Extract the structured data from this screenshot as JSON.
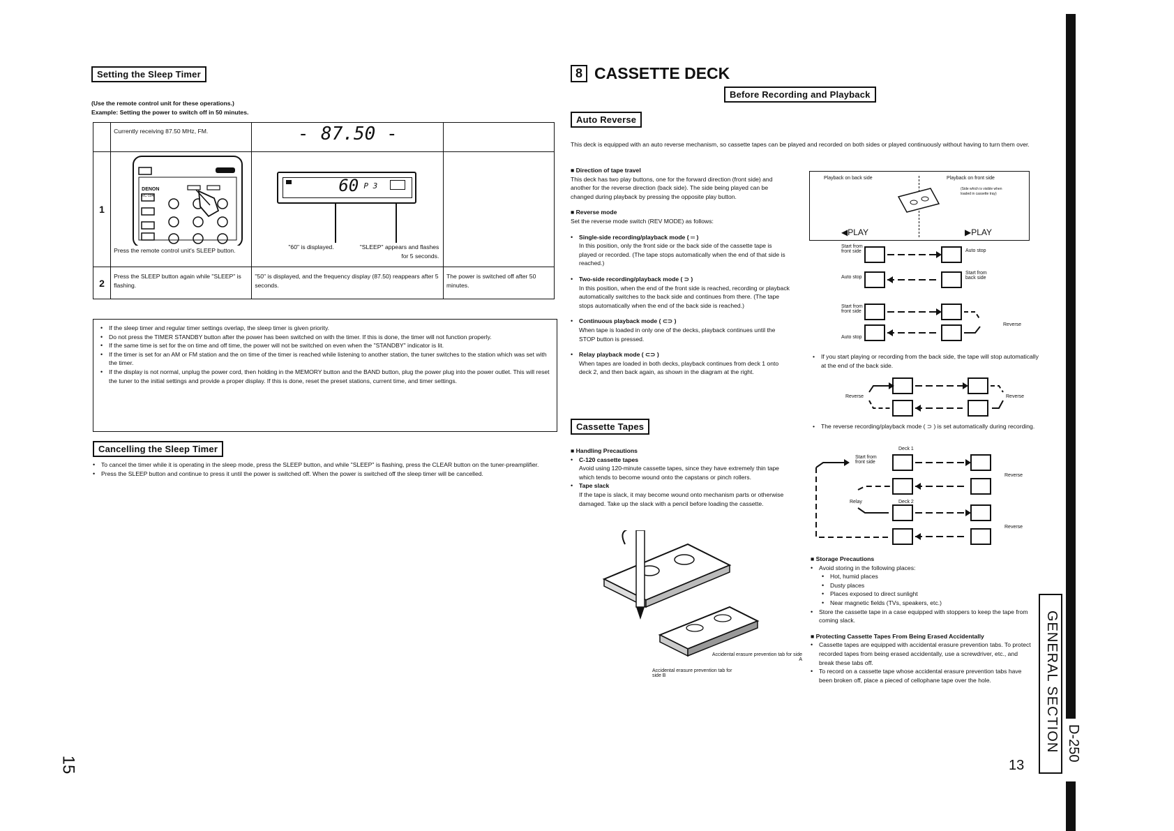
{
  "left": {
    "heading": "Setting the Sleep Timer",
    "intro1": "(Use the remote control unit for these operations.)",
    "intro2": "Example: Setting the power to switch off in 50 minutes.",
    "table": {
      "row0": {
        "desc": "Currently receiving 87.50 MHz, FM.",
        "display": "87.50"
      },
      "row1": {
        "num": "1",
        "desc": "Press the remote control unit's SLEEP button.",
        "lcd": "60",
        "lcd_p": "P 3",
        "cap1": "\"60\" is displayed.",
        "cap2": "\"SLEEP\" appears and flashes for 5 seconds."
      },
      "row2": {
        "num": "2",
        "desc": "Press the SLEEP button again while \"SLEEP\" is flashing.",
        "mid": "\"50\" is displayed, and the frequency display (87.50) reappears after 5 seconds.",
        "right": "The power is switched off after 50 minutes."
      },
      "remote_brand": "DENON",
      "remote_model": "RC-194"
    },
    "notes": [
      "If the sleep timer and regular timer settings overlap, the sleep timer is given priority.",
      "Do not press the TIMER STANDBY button after the power has been switched on with the timer. If this is done, the timer will not function properly.",
      "If the same time is set for the on time and off time, the power will not be switched on even when the \"STANDBY\" indicator is lit.",
      "If the timer is set for an AM or FM station and the on time of the timer is reached while listening to another station, the tuner switches to the station which was set with the timer.",
      "If the display is not normal, unplug the power cord, then holding in the MEMORY button and the BAND button, plug the power plug into the power outlet. This will reset the tuner to the initial settings and provide a proper display. If this is done, reset the preset stations, current time, and timer settings."
    ],
    "cancel_heading": "Cancelling the Sleep Timer",
    "cancel_items": [
      "To cancel the timer while it is operating in the sleep mode, press the SLEEP button, and while \"SLEEP\" is flashing, press the CLEAR button on the tuner-preamplifier.",
      "Press the SLEEP button and continue to press it until the power is switched off. When the power is switched off the sleep timer will be cancelled."
    ],
    "page_number": "15"
  },
  "right": {
    "section_num": "8",
    "section_title": "CASSETTE DECK",
    "subhead": "Before Recording and Playback",
    "auto_reverse_heading": "Auto Reverse",
    "auto_reverse_intro": "This deck is equipped with an auto reverse mechanism, so cassette tapes can be played and recorded on both sides or played continuously without having to turn them over.",
    "direction_title": "Direction of tape travel",
    "direction_text": "This deck has two play buttons, one for the forward direction (front side) and another for the reverse direction (back side). The side being played can be changed during playback by pressing the opposite play button.",
    "reverse_title": "Reverse mode",
    "reverse_text": "Set the reverse mode switch (REV MODE) as follows:",
    "modes": [
      {
        "title": "Single-side recording/playback mode ( ═ )",
        "text": "In this position, only the front side or the back side of the cassette tape is played or recorded. (The tape stops automatically when the end of that side is reached.)"
      },
      {
        "title": "Two-side recording/playback mode ( ⊃ )",
        "text": "In this position, when the end of the front side is reached, recording or playback automatically switches to the back side and continues from there. (The tape stops automatically when the end of the back side is reached.)"
      },
      {
        "title": "Continuous playback mode ( ⊂⊃ )",
        "text": "When tape is loaded in only one of the decks, playback continues until the STOP button is pressed."
      },
      {
        "title": "Relay playback mode ( ⊂⊃ )",
        "text": "When tapes are loaded in both decks, playback continues from deck 1 onto deck 2, and then back again, as shown in the diagram at the right."
      }
    ],
    "cassette_heading": "Cassette Tapes",
    "handling_title": "Handling Precautions",
    "handling": [
      {
        "title": "C-120 cassette tapes",
        "text": "Avoid using 120-minute cassette tapes, since they have extremely thin tape which tends to become wound onto the capstans or pinch rollers."
      },
      {
        "title": "Tape slack",
        "text": "If the tape is slack, it may become wound onto mechanism parts or otherwise damaged. Take up the slack with a pencil before loading the cassette."
      }
    ],
    "tab_label_a": "Accidental erasure prevention tab for side A",
    "tab_label_b": "Accidental erasure prevention tab for side B",
    "diagram": {
      "playback_back": "Playback on back side",
      "playback_front": "Playback on front side",
      "side_note": "(Side which is visible when loaded in cassette tray)",
      "play_left": "◀PLAY",
      "play_right": "▶PLAY",
      "start_front": "Start from front side",
      "start_back": "Start from back side",
      "auto_stop": "Auto stop",
      "reverse": "Reverse",
      "relay": "Relay",
      "deck1": "Deck 1",
      "deck2": "Deck 2"
    },
    "note1": "If you start playing or recording from the back side, the tape will stop automatically at the end of the back side.",
    "note2": "The reverse recording/playback mode ( ⊃ ) is set automatically during recording.",
    "storage_title": "Storage Precautions",
    "storage_intro": "Avoid storing in the following places:",
    "storage_items": [
      "Hot, humid places",
      "Dusty places",
      "Places exposed to direct sunlight",
      "Near magnetic fields (TVs, speakers, etc.)"
    ],
    "storage_case": "Store the cassette tape in a case equipped with stoppers to keep the tape from coming slack.",
    "protect_title": "Protecting Cassette Tapes From Being Erased Accidentally",
    "protect_items": [
      "Cassette tapes are equipped with accidental erasure prevention tabs. To protect recorded tapes from being erased accidentally, use a screwdriver, etc., and break these tabs off.",
      "To record on a cassette tape whose accidental erasure prevention tabs have been broken off, place a pieced of cellophane tape over the hole."
    ],
    "page_number": "13",
    "side_tab": "GENERAL SECTION",
    "model": "D-250"
  }
}
